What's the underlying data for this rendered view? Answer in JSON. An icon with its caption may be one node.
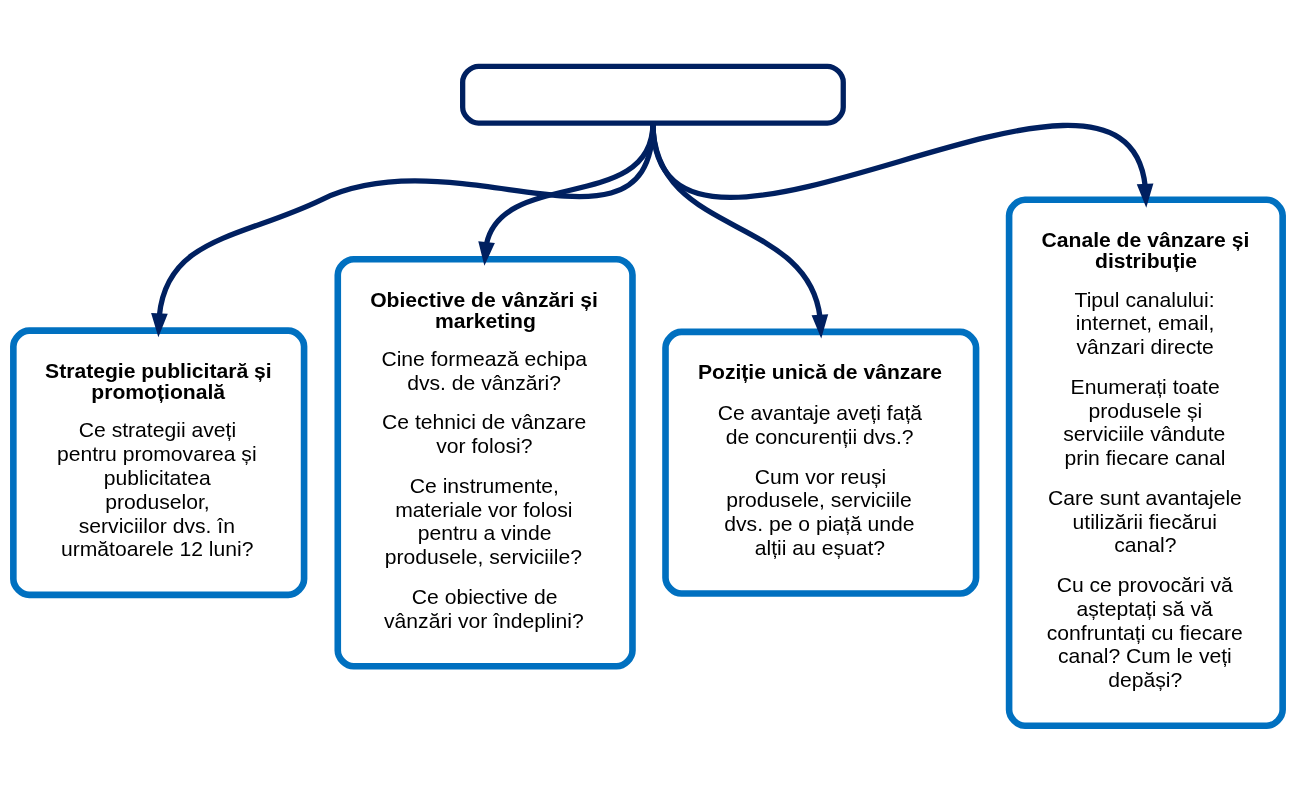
{
  "diagram": {
    "nodes": [
      {
        "text": [],
        "shape": "box"
      },
      {
        "text": [
          "Strategie publicitară și promoțională",
          "Ce strategii aveți pentru promovarea și publicitatea produselor, serviciilor dvs. în următoarele 12 luni?"
        ]
      },
      {
        "text": [
          "Obiective de vânzări și marketing",
          "Cine formează echipa dvs. de vânzări?",
          "Ce tehnici de vânzare vor folosi?",
          "Ce instrumente, materiale vor folosi pentru a vinde produsele, serviciile?",
          "Ce obiective de vânzări vor îndeplini?"
        ]
      },
      {
        "text": [
          "Poziție unică de vânzare",
          "Ce avantaje aveți față de concurenții dvs.?",
          "Cum vor reuși produsele, serviciile dvs. pe o piață unde alții au eșuat?"
        ]
      },
      {
        "text": [
          "Canale de vânzare și distribuție",
          "Tipul canalului: internet, email, vânzari directe",
          "Enumerați toate produsele și serviciile vândute prin fiecare canal",
          "Care sunt avantajele utilizării fiecărui canal?",
          "Cu ce provocări vă așteptați să vă confruntați cu fiecare canal? Cum le veți depăși?"
        ]
      }
    ],
    "edges": [
      {
        "from": 0,
        "to": 1,
        "arrow": "to"
      },
      {
        "from": 0,
        "to": 2,
        "arrow": "to"
      },
      {
        "from": 0,
        "to": 3,
        "arrow": "to"
      },
      {
        "from": 0,
        "to": 4,
        "arrow": "to"
      }
    ]
  }
}
